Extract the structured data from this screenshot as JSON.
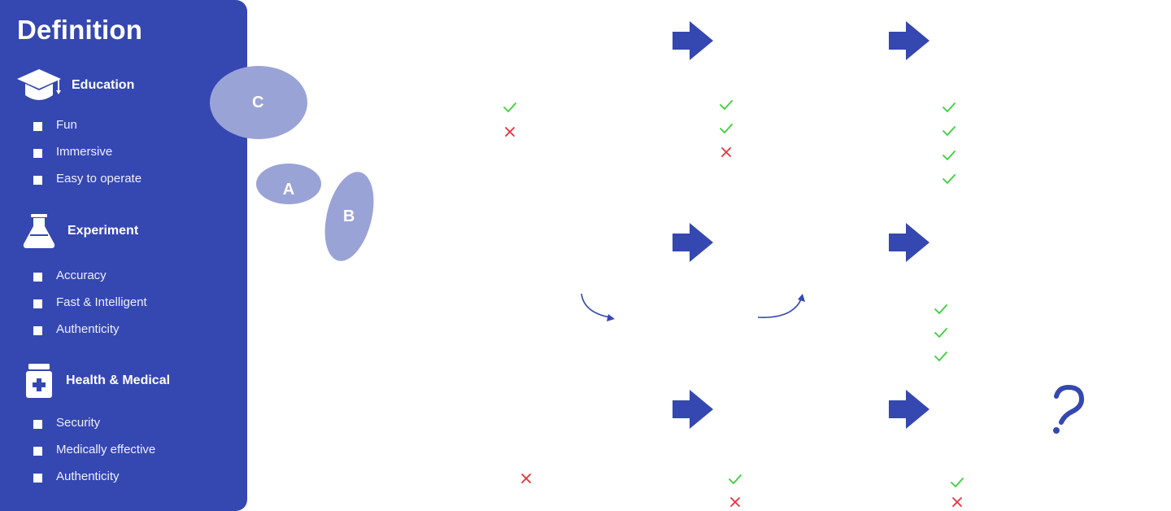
{
  "panel": {
    "title": "Definition",
    "sections": [
      {
        "title": "Education",
        "icon": "graduation-cap-icon",
        "items": [
          "Fun",
          "Immersive",
          "Easy to operate"
        ]
      },
      {
        "title": "Experiment",
        "icon": "flask-icon",
        "items": [
          "Accuracy",
          "Fast & Intelligent",
          "Authenticity"
        ]
      },
      {
        "title": "Health & Medical",
        "icon": "medicine-bottle-icon",
        "items": [
          "Security",
          "Medically effective",
          "Authenticity"
        ]
      }
    ]
  },
  "bubbles": [
    "C",
    "A",
    "B"
  ],
  "colors": {
    "panel": "#3547b1",
    "bubble": "#9aa3d6",
    "arrow": "#3547b1",
    "check": "#3ad13a",
    "cross": "#e8313a"
  },
  "marks": {
    "row1": {
      "col1": [
        "check",
        "cross"
      ],
      "col2": [
        "check",
        "check",
        "cross"
      ],
      "col3": [
        "check",
        "check",
        "check",
        "check"
      ]
    },
    "row2": {
      "col3": [
        "check",
        "check",
        "check"
      ]
    },
    "row3": {
      "col1": [
        "cross"
      ],
      "col2": [
        "check",
        "cross"
      ],
      "col3": [
        "check",
        "cross"
      ]
    }
  },
  "question_icon": "question-mark-icon"
}
